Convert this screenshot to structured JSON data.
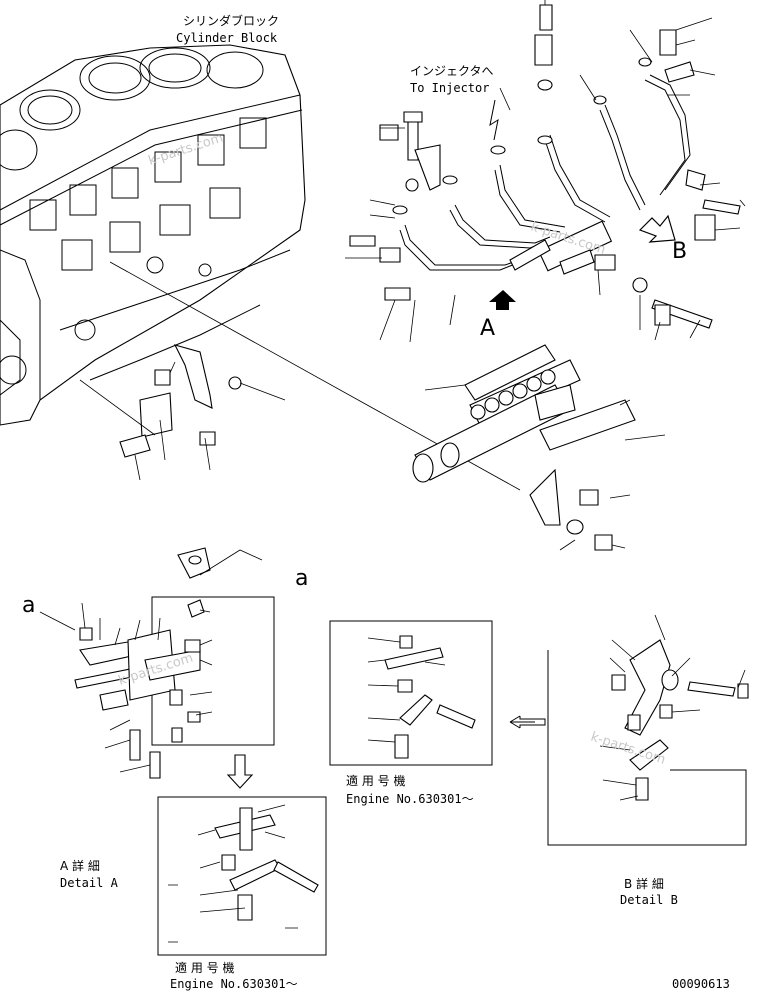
{
  "labels": {
    "cylinder_block_jp": "シリンダブロック",
    "cylinder_block_en": "Cylinder Block",
    "to_injector_jp": "インジェクタへ",
    "to_injector_en": "To Injector",
    "detail_a_jp": "A 詳 細",
    "detail_a_en": "Detail A",
    "detail_b_jp": "B 詳 細",
    "detail_b_en": "Detail B",
    "applicable_jp_1": "適 用 号 機",
    "engine_no_1": "Engine No.630301〜",
    "applicable_jp_2": "適 用 号 機",
    "engine_no_2": "Engine No.630301〜",
    "marker_a_main": "A",
    "marker_b_main": "B",
    "marker_a_small_1": "a",
    "marker_a_small_2": "a",
    "drawing_number": "00090613",
    "watermark_1": "k-parts.com",
    "watermark_2": "k-parts.com",
    "watermark_3": "k-parts.com",
    "watermark_4": "k-parts.com"
  }
}
